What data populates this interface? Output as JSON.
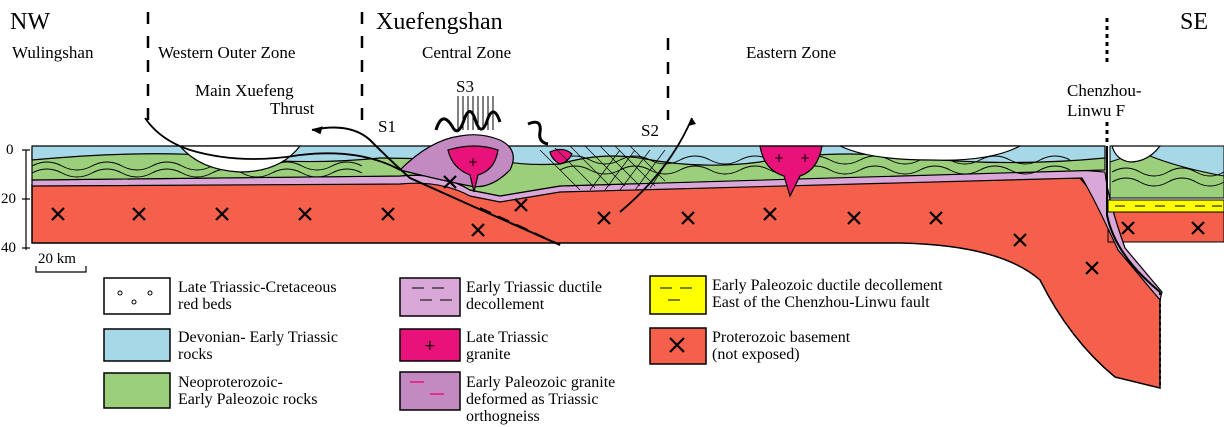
{
  "orientation": {
    "left": "NW",
    "right": "SE"
  },
  "title": "Xuefengshan",
  "zones": {
    "wulingshan": "Wulingshan",
    "western": "Western Outer Zone",
    "central": "Central Zone",
    "eastern": "Eastern Zone"
  },
  "labels": {
    "thrust_line1": "Main Xuefeng",
    "thrust_line2": "Thrust",
    "s1": "S1",
    "s2": "S2",
    "s3": "S3",
    "fault_line1": "Chenzhou-",
    "fault_line2": "Linwu F"
  },
  "depth_axis": {
    "ticks": [
      "0",
      "20",
      "40"
    ],
    "scale": "20 km"
  },
  "legend": [
    {
      "line1": "Late Triassic-Cretaceous",
      "line2": "red beds",
      "color": "#ffffff"
    },
    {
      "line1": "Devonian- Early Triassic",
      "line2": "rocks",
      "color": "#a6d8e8"
    },
    {
      "line1": "Neoproterozoic-",
      "line2": "Early Paleozoic rocks",
      "color": "#9ccf7c"
    },
    {
      "line1": "Early Triassic ductile",
      "line2": "decollement",
      "color": "#d9a8d8"
    },
    {
      "line1": "Late Triassic",
      "line2": "granite",
      "color": "#e8127a"
    },
    {
      "line1": "Early Paleozoic granite",
      "line2": "deformed as Triassic",
      "line3": "orthogneiss",
      "color": "#c38ac2"
    },
    {
      "line1": "Early Paleozoic ductile decollement",
      "line2": "East of the Chenzhou-Linwu fault",
      "color": "#ffff00"
    },
    {
      "line1": "Proterozoic basement",
      "line2": "(not exposed)",
      "color": "#f4604c"
    }
  ],
  "colors": {
    "basement": "#f4604c",
    "green": "#9ccf7c",
    "blue": "#a6d8e8",
    "decollement": "#d9a8d8",
    "granite": "#e8127a",
    "orthogneiss": "#c38ac2",
    "yellow": "#ffff00"
  }
}
